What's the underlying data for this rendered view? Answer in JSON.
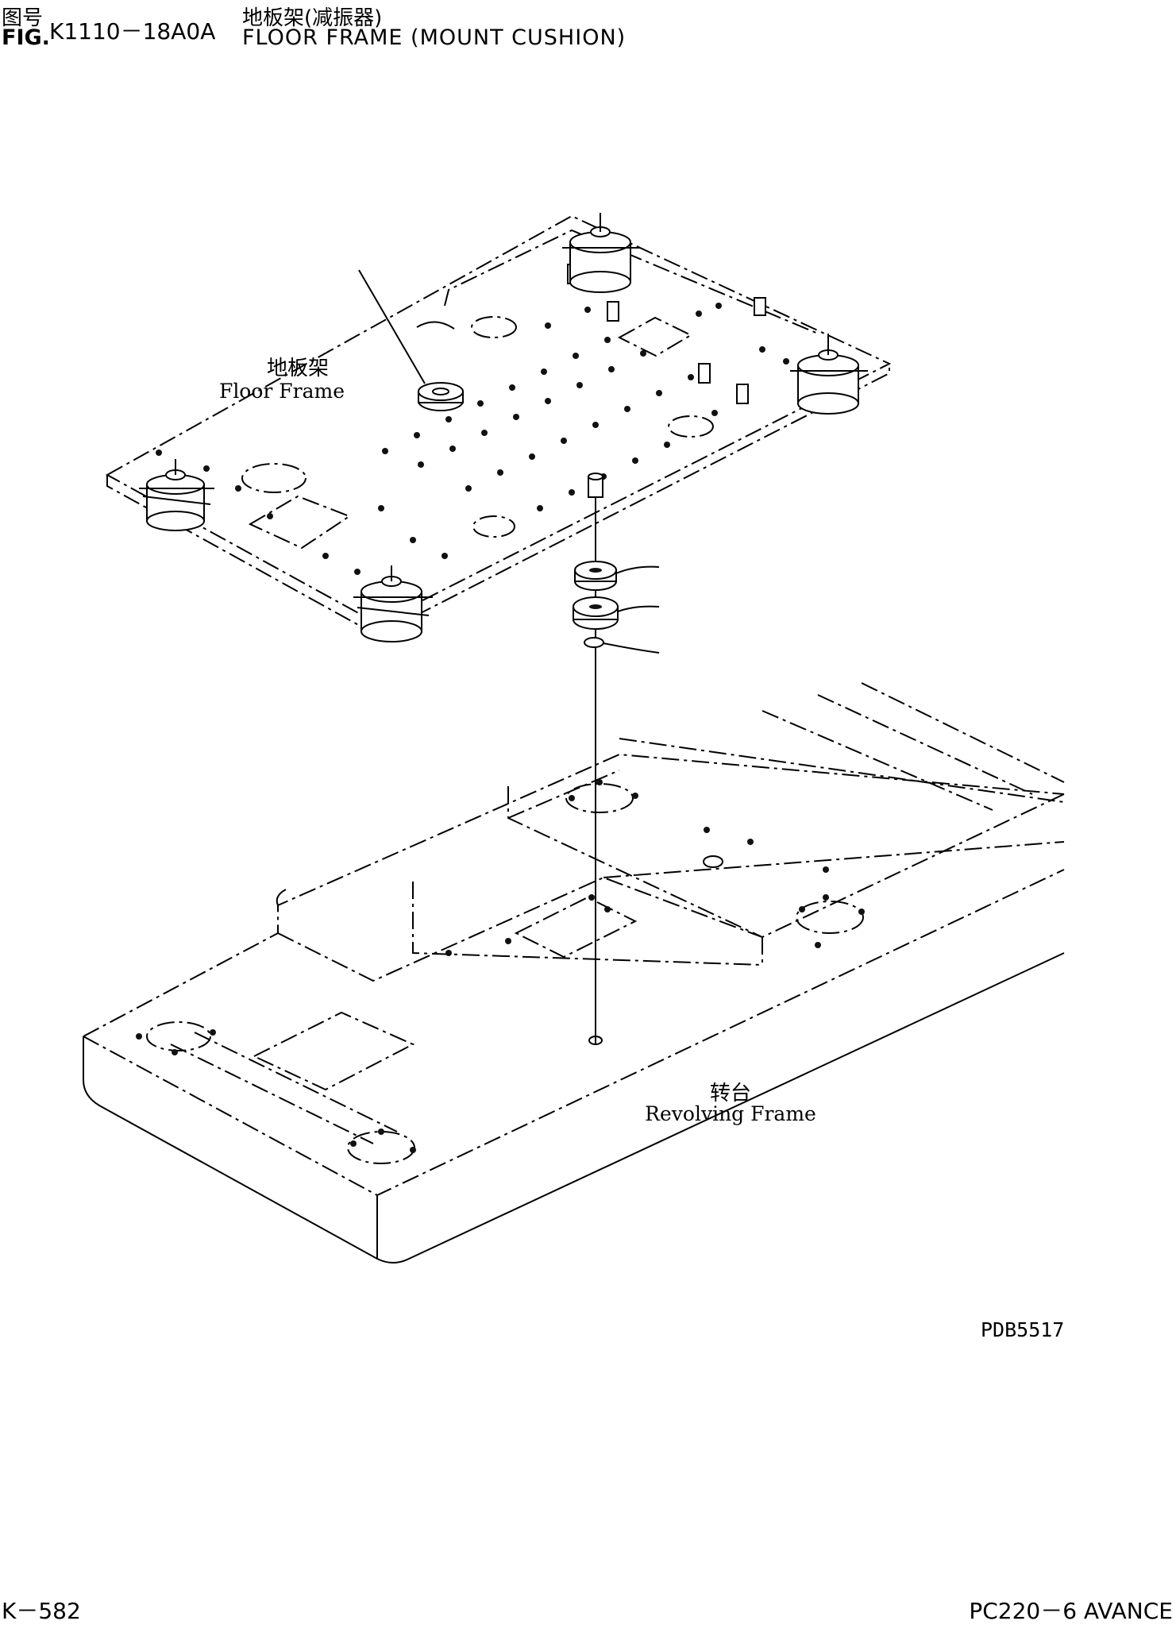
{
  "header": {
    "cn_label": "图号",
    "fig_label": "FIG.",
    "fig_number": "K1110－18A0A",
    "cn_title": "地板架(减振器)",
    "en_title": "FLOOR FRAME (MOUNT CUSHION)"
  },
  "diagram": {
    "floor_frame": {
      "cn": "地板架",
      "en": "Floor Frame"
    },
    "revolving_frame": {
      "cn": "转台",
      "en": "Revolving Frame"
    },
    "drawing_code": "PDB5517"
  },
  "footer": {
    "page": "K－582",
    "model": "PC220－6 AVANCE"
  }
}
